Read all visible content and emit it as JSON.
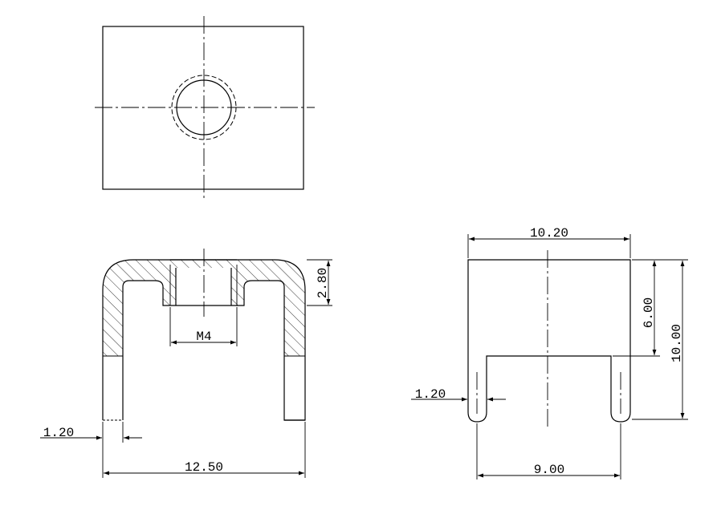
{
  "dimensions": {
    "overall_width": "12.50",
    "thread": "M4",
    "wall_thickness_front": "1.20",
    "top_thickness": "2.80",
    "side_width": "10.20",
    "side_upper_height": "6.00",
    "side_total_height": "10.00",
    "wall_thickness_side": "1.20",
    "leg_spacing": "9.00"
  }
}
